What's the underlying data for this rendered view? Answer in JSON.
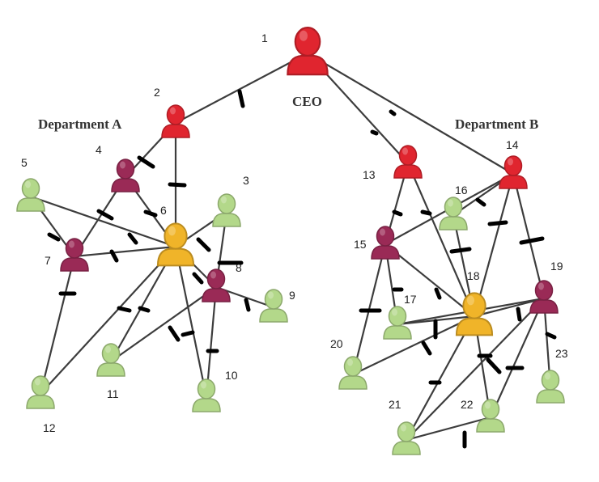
{
  "departments": {
    "a": "Department A",
    "b": "Department B"
  },
  "ceo_label": "CEO",
  "role_colors": {
    "ceo": "#e0252f",
    "manager": "#e0252f",
    "lead": "#9a2a56",
    "hub": "#f0b429",
    "member": "#b3d88a"
  },
  "nodes": [
    {
      "id": "1",
      "role": "ceo"
    },
    {
      "id": "2",
      "role": "manager"
    },
    {
      "id": "3",
      "role": "member"
    },
    {
      "id": "4",
      "role": "lead"
    },
    {
      "id": "5",
      "role": "member"
    },
    {
      "id": "6",
      "role": "hub"
    },
    {
      "id": "7",
      "role": "lead"
    },
    {
      "id": "8",
      "role": "lead"
    },
    {
      "id": "9",
      "role": "member"
    },
    {
      "id": "10",
      "role": "member"
    },
    {
      "id": "11",
      "role": "member"
    },
    {
      "id": "12",
      "role": "member"
    },
    {
      "id": "13",
      "role": "manager"
    },
    {
      "id": "14",
      "role": "manager"
    },
    {
      "id": "15",
      "role": "lead"
    },
    {
      "id": "16",
      "role": "member"
    },
    {
      "id": "17",
      "role": "member"
    },
    {
      "id": "18",
      "role": "hub"
    },
    {
      "id": "19",
      "role": "lead"
    },
    {
      "id": "20",
      "role": "member"
    },
    {
      "id": "21",
      "role": "member"
    },
    {
      "id": "22",
      "role": "member"
    },
    {
      "id": "23",
      "role": "member"
    }
  ],
  "edges": [
    [
      "1",
      "2"
    ],
    [
      "1",
      "13"
    ],
    [
      "1",
      "14"
    ],
    [
      "2",
      "4"
    ],
    [
      "2",
      "6"
    ],
    [
      "4",
      "7"
    ],
    [
      "4",
      "6"
    ],
    [
      "5",
      "7"
    ],
    [
      "5",
      "6"
    ],
    [
      "7",
      "6"
    ],
    [
      "7",
      "12"
    ],
    [
      "6",
      "3"
    ],
    [
      "6",
      "8"
    ],
    [
      "6",
      "11"
    ],
    [
      "6",
      "10"
    ],
    [
      "6",
      "12"
    ],
    [
      "3",
      "8"
    ],
    [
      "8",
      "9"
    ],
    [
      "8",
      "10"
    ],
    [
      "8",
      "11"
    ],
    [
      "13",
      "15"
    ],
    [
      "13",
      "18"
    ],
    [
      "14",
      "16"
    ],
    [
      "14",
      "18"
    ],
    [
      "14",
      "19"
    ],
    [
      "14",
      "15"
    ],
    [
      "15",
      "17"
    ],
    [
      "15",
      "18"
    ],
    [
      "15",
      "20"
    ],
    [
      "16",
      "18"
    ],
    [
      "17",
      "18"
    ],
    [
      "18",
      "20"
    ],
    [
      "18",
      "21"
    ],
    [
      "18",
      "22"
    ],
    [
      "18",
      "19"
    ],
    [
      "19",
      "23"
    ],
    [
      "19",
      "21"
    ],
    [
      "19",
      "22"
    ],
    [
      "19",
      "17"
    ],
    [
      "21",
      "22"
    ]
  ]
}
